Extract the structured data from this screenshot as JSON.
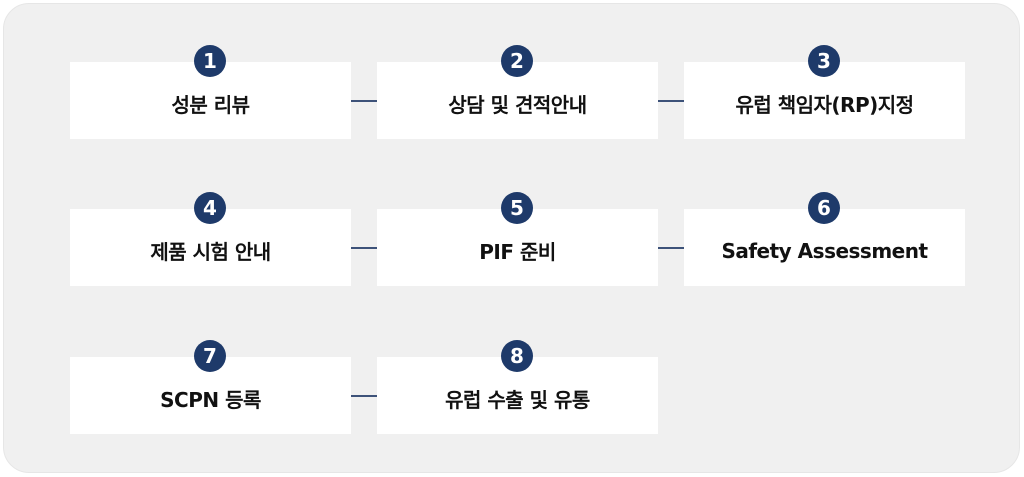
{
  "steps": [
    {
      "number": "1",
      "label": "성분 리뷰"
    },
    {
      "number": "2",
      "label": "상담 및 견적안내"
    },
    {
      "number": "3",
      "label": "유럽 책임자(RP)지정"
    },
    {
      "number": "4",
      "label": "제품 시험 안내"
    },
    {
      "number": "5",
      "label": "PIF 준비"
    },
    {
      "number": "6",
      "label": "Safety Assessment"
    },
    {
      "number": "7",
      "label": "SCPN 등록"
    },
    {
      "number": "8",
      "label": "유럽 수출 및 유통"
    }
  ],
  "colors": {
    "badge": "#1e3a6a",
    "connector": "#3d5279",
    "background": "#f0f0f0"
  }
}
